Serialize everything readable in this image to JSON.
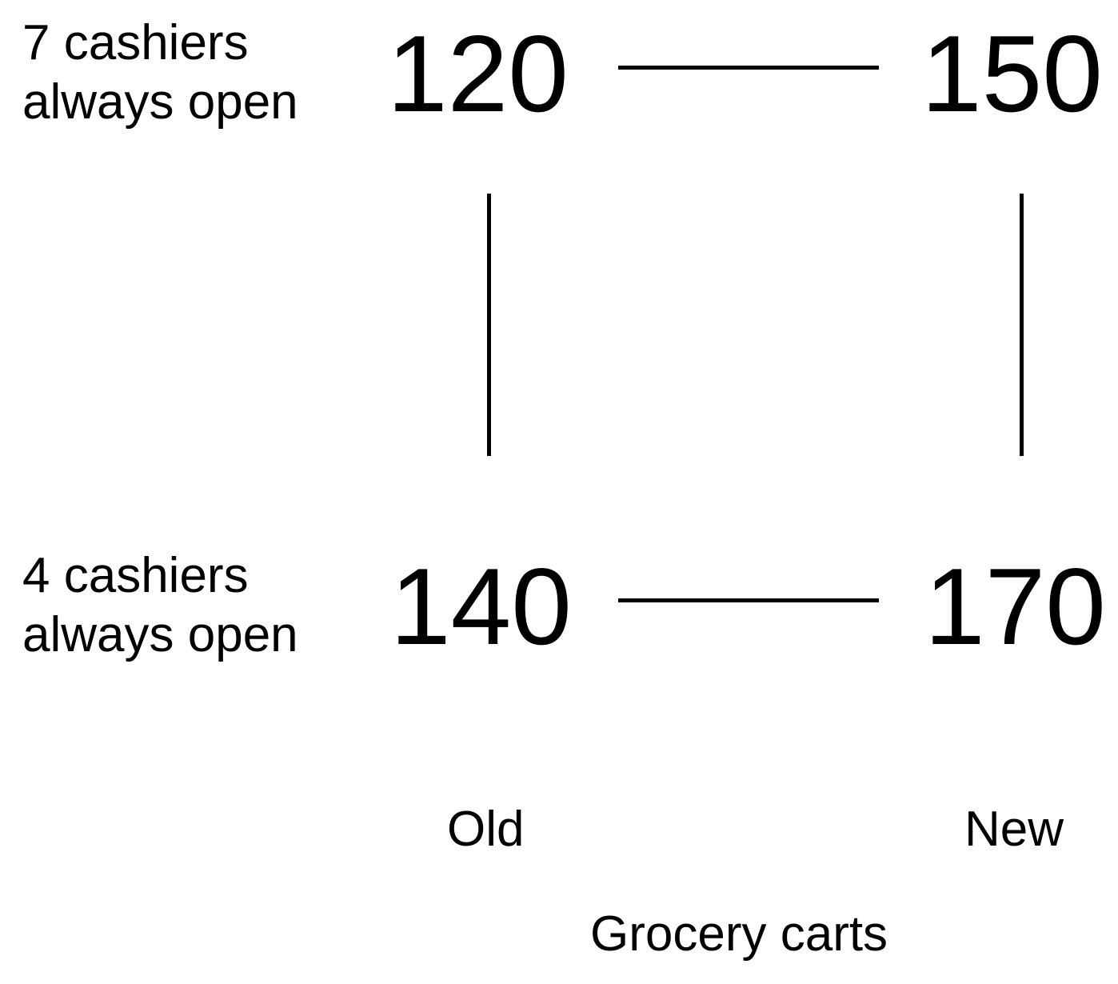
{
  "rows": [
    {
      "label_line1": "7 cashiers",
      "label_line2": "always open"
    },
    {
      "label_line1": "4 cashiers",
      "label_line2": "always open"
    }
  ],
  "columns": [
    {
      "label": "Old"
    },
    {
      "label": "New"
    }
  ],
  "cells": {
    "top_left": "120",
    "top_right": "150",
    "bottom_left": "140",
    "bottom_right": "170"
  },
  "column_axis_title": "Grocery carts"
}
